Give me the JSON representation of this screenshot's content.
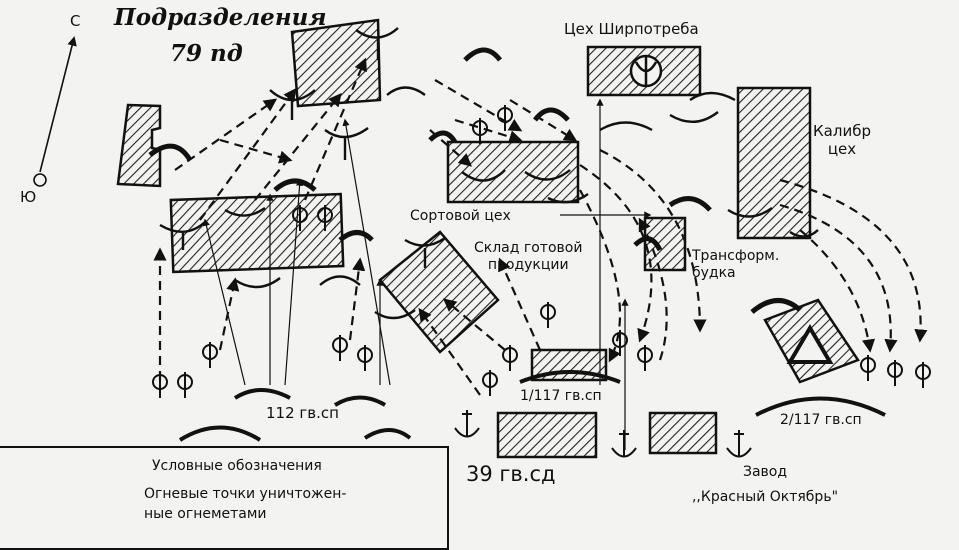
{
  "title": {
    "line1": "Подразделения",
    "line2": "79 пд"
  },
  "compass": {
    "north": "С",
    "south": "Ю"
  },
  "buildings": {
    "consumer_goods": "Цех Ширпотреба",
    "caliber": {
      "line1": "Калибр",
      "line2": "цех"
    },
    "sorting": "Сортовой цех",
    "warehouse": {
      "line1": "Склад готовой",
      "line2": "продукции"
    },
    "transformer": {
      "line1": "Трансформ.",
      "line2": "будка"
    },
    "factory": {
      "line1": "Завод",
      "line2": ",,Красный  Октябрь\""
    }
  },
  "units": {
    "regiment_112": "112 гв.сп",
    "regiment_1_117": "1/117 гв.сп",
    "regiment_2_117": "2/117 гв.сп",
    "division_39": "39 гв.сд"
  },
  "legend": {
    "heading": "Условные обозначения",
    "line1": "Огневые точки уничтожен-",
    "line2": "ные огнеметами"
  },
  "colors": {
    "ink": "#111111",
    "paper": "#f3f3f1"
  }
}
